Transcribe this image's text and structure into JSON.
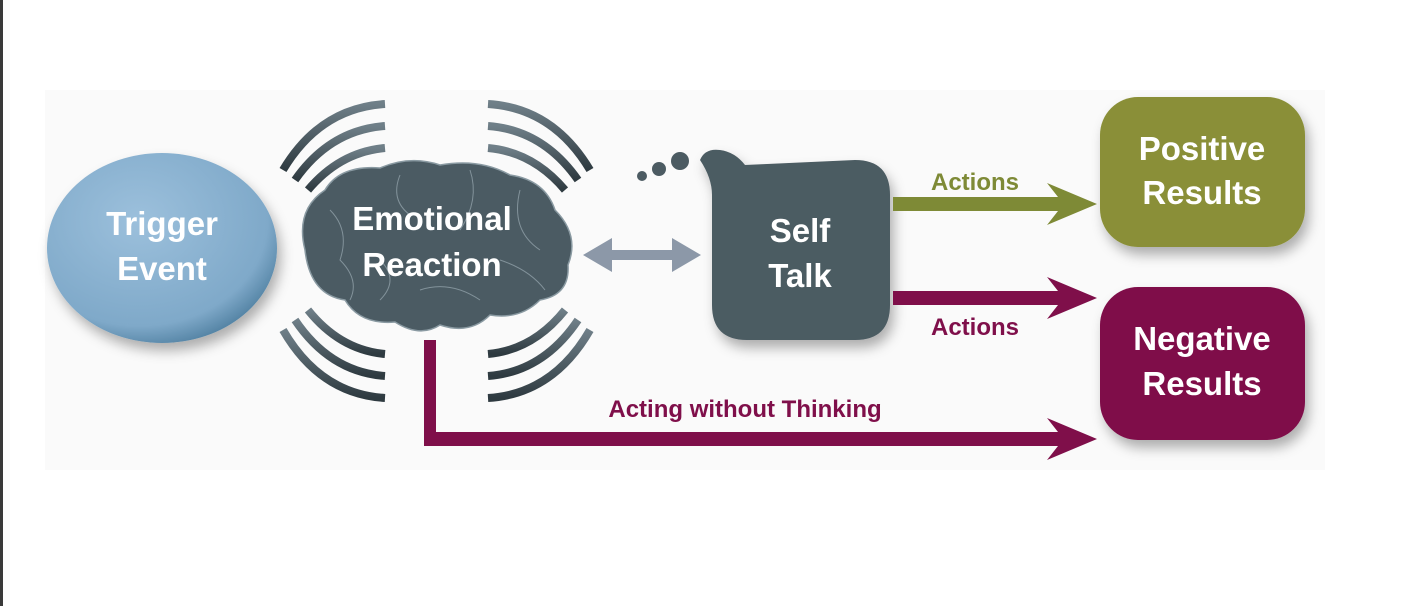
{
  "nodes": {
    "trigger": {
      "line1": "Trigger",
      "line2": "Event"
    },
    "emotional": {
      "line1": "Emotional",
      "line2": "Reaction"
    },
    "self_talk": {
      "line1": "Self",
      "line2": "Talk"
    },
    "positive": {
      "line1": "Positive",
      "line2": "Results"
    },
    "negative": {
      "line1": "Negative",
      "line2": "Results"
    }
  },
  "edges": {
    "actions_positive": "Actions",
    "actions_negative": "Actions",
    "acting_without_thinking": "Acting without Thinking"
  },
  "colors": {
    "trigger": "#7fa9c9",
    "brain": "#4b5b63",
    "self_talk": "#4c5b62",
    "positive": "#8a8f37",
    "negative": "#7f0f4a",
    "double_arrow": "#8c98a8"
  }
}
